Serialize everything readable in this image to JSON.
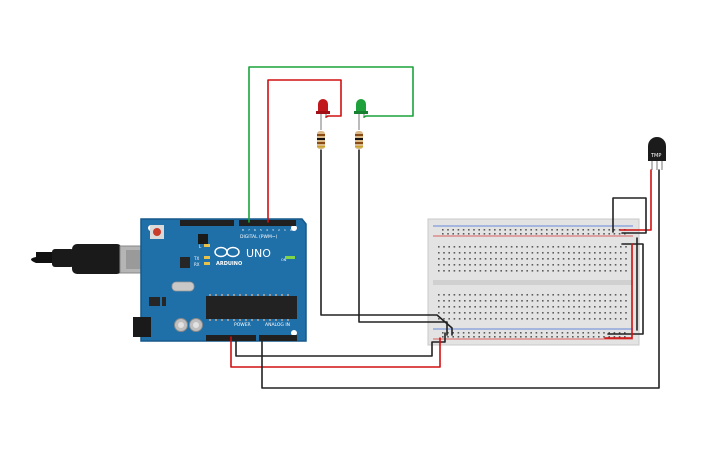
{
  "board": {
    "brand": "ARDUINO",
    "model": "UNO",
    "digital_label": "DIGITAL (PWM~)",
    "power_label": "POWER",
    "analog_label": "ANALOG IN",
    "led_l_label": "L",
    "led_tx_label": "TX",
    "led_rx_label": "RX",
    "on_label": "ON",
    "color": "#1f6fa8"
  },
  "sensor": {
    "label": "TMP"
  },
  "components": {
    "led_red_color": "#c0181c",
    "led_green_color": "#1ea03a",
    "wire_red": "#d01010",
    "wire_green": "#1aa33a",
    "wire_black": "#222222"
  }
}
